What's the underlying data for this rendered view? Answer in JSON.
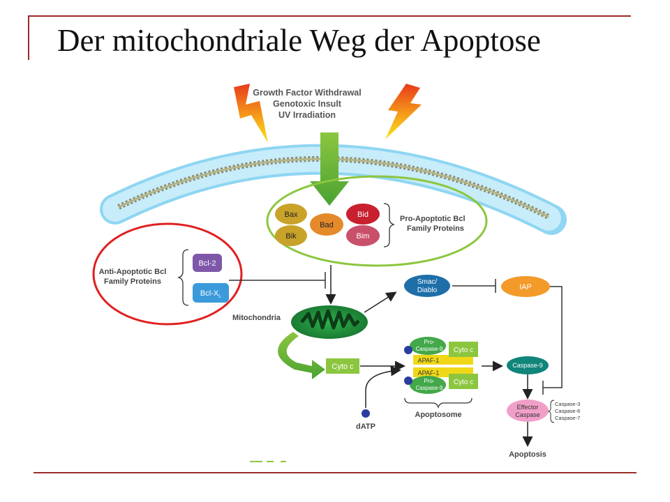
{
  "slide": {
    "title": "Der mitochondriale Weg der Apoptose"
  },
  "diagram": {
    "stimuli": [
      "Growth Factor Withdrawal",
      "Genotoxic Insult",
      "UV Irradiation"
    ],
    "pro_apoptotic": {
      "proteins": [
        "Bax",
        "Bik",
        "Bad",
        "Bid",
        "Bim"
      ],
      "label_lines": [
        "Pro-Apoptotic Bcl",
        "Family Proteins"
      ]
    },
    "anti_apoptotic": {
      "label_lines": [
        "Anti-Apoptotic Bcl",
        "Family Proteins"
      ],
      "bcl2": "Bcl-2",
      "bclxl": "Bcl-X",
      "bclxl_sub": "L"
    },
    "mitochondria": "Mitochondria",
    "smac_lines": [
      "Smac/",
      "Diablo"
    ],
    "iap": "IAP",
    "cyto_c": "Cyto c",
    "pro_caspase9_lines": [
      "Pro-",
      "Caspase-9"
    ],
    "apaf1": "APAF-1",
    "caspase9": "Caspase-9",
    "effector_lines": [
      "Effector",
      "Caspase"
    ],
    "effector_list": [
      "Caspase-3",
      "Caspase-6",
      "Caspase-7"
    ],
    "datp": "dATP",
    "apoptosome": "Apoptosome",
    "apoptosis": "Apoptosis",
    "colors": {
      "title_rule": "#9b2b2b",
      "membrane": "#8ed6f2",
      "pro_circle": "#8cc63f",
      "anti_circle": "#e02020",
      "bax": "#c9a22a",
      "bik": "#c9a22a",
      "bad": "#e48a2a",
      "bid": "#c8202f",
      "bim": "#c9506a",
      "bcl2": "#7e57a8",
      "bclxl": "#3b9ad9",
      "smac": "#1e6fa8",
      "iap": "#f39a2a",
      "caspase9": "#11857a",
      "effector": "#f0a0c8",
      "cyto_c": "#8cc63f",
      "apaf1": "#f0d818",
      "mitochondria": "#1f8a3a"
    }
  }
}
